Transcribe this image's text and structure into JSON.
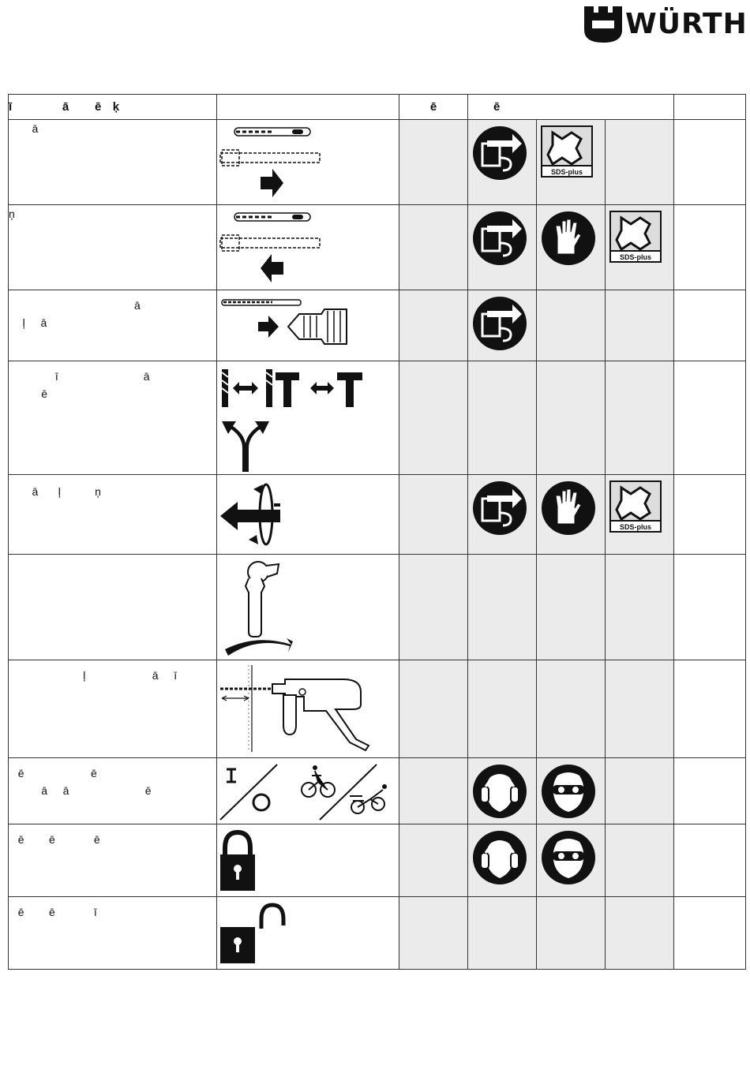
{
  "brand": {
    "name": "WÜRTH"
  },
  "table": {
    "headers": [
      "ī          ā     ē  ķ",
      "",
      "ē",
      "ē",
      "",
      "",
      ""
    ],
    "rows": [
      {
        "desc": "     ā",
        "illustration": "drill-bit-insert-icon",
        "symbols": [
          "unplug-icon",
          "sds-plus-icon"
        ]
      },
      {
        "desc": "ņ",
        "illustration": "drill-bit-remove-icon",
        "symbols": [
          "unplug-icon",
          "gloves-icon",
          "sds-plus-icon"
        ]
      },
      {
        "desc": "                           ā\n   ļ   ā",
        "illustration": "chuck-insert-icon",
        "symbols": [
          "unplug-icon"
        ]
      },
      {
        "desc": "          ī                  ā\n       ē",
        "illustration": "mode-switch-icon",
        "symbols": []
      },
      {
        "desc": "     ā    ļ       ņ",
        "illustration": "rotation-icon",
        "symbols": [
          "unplug-icon",
          "gloves-icon",
          "sds-plus-icon"
        ]
      },
      {
        "desc": "",
        "illustration": "side-handle-icon",
        "symbols": []
      },
      {
        "desc": "                ļ              ā   ī",
        "illustration": "depth-stop-icon",
        "symbols": []
      },
      {
        "desc": "  ē              ē\n       ā   ā                ē",
        "illustration": "on-off-icon",
        "symbols": [
          "ear-protection-icon",
          "eye-protection-icon"
        ]
      },
      {
        "desc": "  ē     ē        ē",
        "illustration": "lock-closed-icon",
        "symbols": [
          "ear-protection-icon",
          "eye-protection-icon"
        ]
      },
      {
        "desc": "  ē     ē        ī",
        "illustration": "lock-open-icon",
        "symbols": []
      }
    ],
    "sds_label": "SDS-plus"
  },
  "colors": {
    "ink": "#111111",
    "shade": "#ebebeb"
  }
}
